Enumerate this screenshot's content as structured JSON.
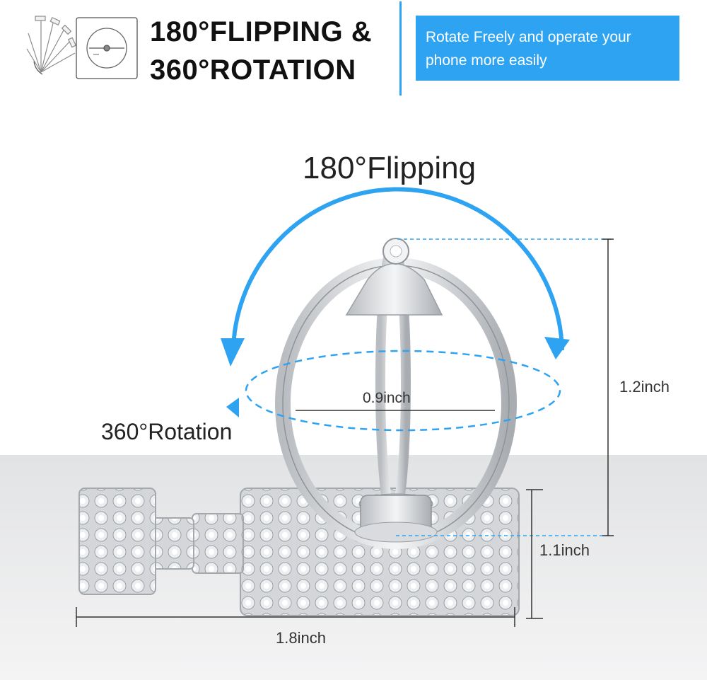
{
  "header": {
    "title_line1": "180°FLIPPING &",
    "title_line2": "360°ROTATION",
    "banner_line1": "Rotate Freely and operate your",
    "banner_line2": "phone more easily",
    "accent_color": "#2ea3f2"
  },
  "diagram": {
    "flip_label": "180°Flipping",
    "rotation_label": "360°Rotation",
    "ring_diameter": "0.9inch",
    "total_height": "1.2inch",
    "base_height": "1.1inch",
    "base_width": "1.8inch"
  },
  "icons": [
    "flip-fan-icon",
    "rotation-square-icon",
    "arrow-icon"
  ]
}
